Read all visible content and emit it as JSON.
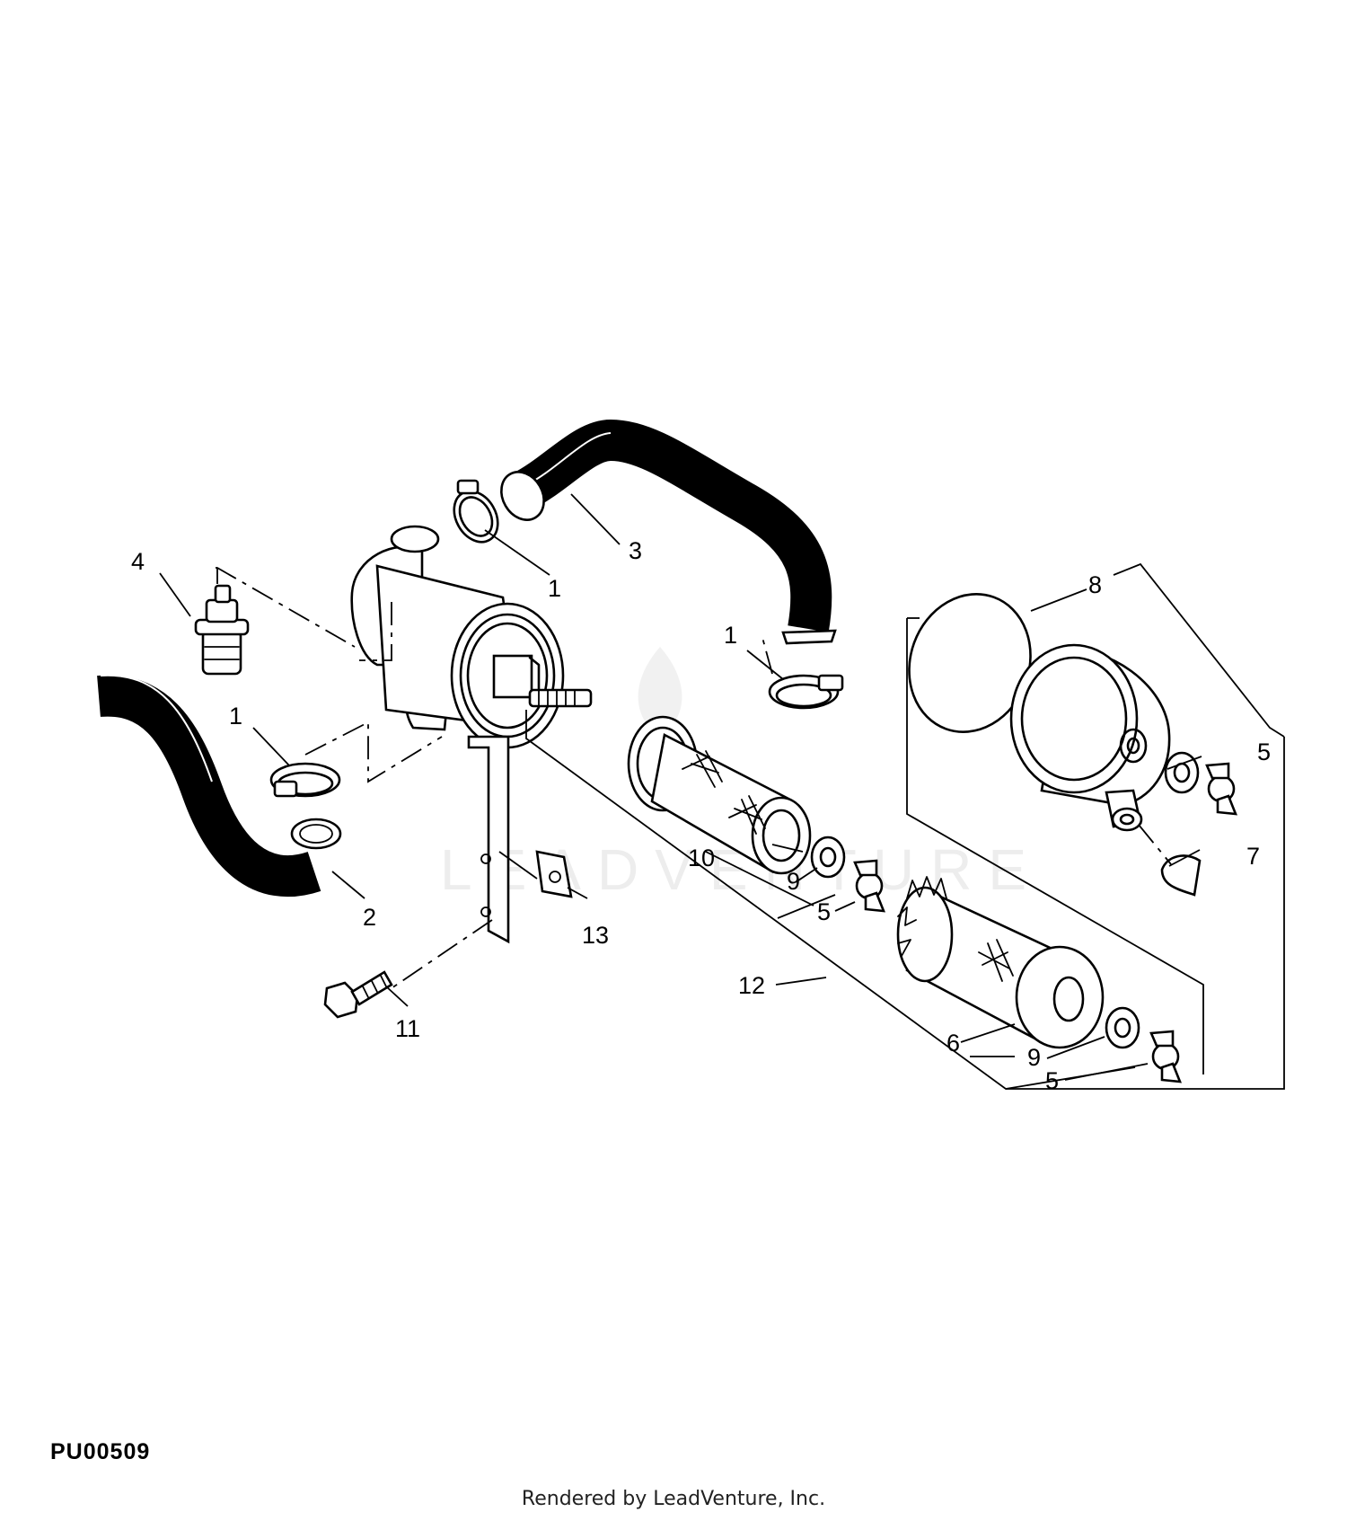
{
  "figure_code": "PU00509",
  "footer": "Rendered by LeadVenture, Inc.",
  "watermark": "LEADVENTURE",
  "callouts": {
    "c1_upper": "1",
    "c1_middle": "1",
    "c1_left": "1",
    "c2": "2",
    "c3": "3",
    "c4": "4",
    "c5_right": "5",
    "c5_center": "5",
    "c5_bottom": "5",
    "c6": "6",
    "c7": "7",
    "c8": "8",
    "c9_center": "9",
    "c9_bottom": "9",
    "c10": "10",
    "c11": "11",
    "c12": "12",
    "c13": "13"
  },
  "colors": {
    "ink": "#000000",
    "paper": "#ffffff",
    "watermark": "#ededed"
  }
}
